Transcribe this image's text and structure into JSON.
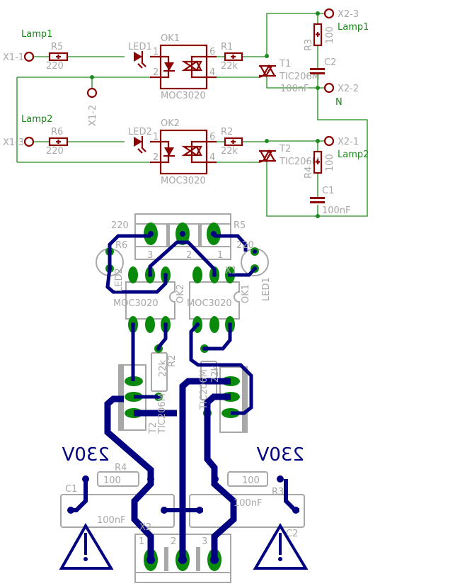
{
  "schematic": {
    "connectors": {
      "x1_1": "X1-1",
      "x1_2": "X1-2",
      "x1_3": "X1-3",
      "x2_1": "X2-1",
      "x2_2": "X2-2",
      "x2_3": "X2-3"
    },
    "nets": {
      "lamp1_a": "Lamp1",
      "lamp2_a": "Lamp2",
      "lamp1_b": "Lamp1",
      "lamp2_b": "Lamp2",
      "n": "N"
    },
    "r5": {
      "name": "R5",
      "value": "220"
    },
    "r6": {
      "name": "R6",
      "value": "220"
    },
    "led1": "LED1",
    "led2": "LED2",
    "ok1": {
      "name": "OK1",
      "value": "MOC3020",
      "pins": [
        "1",
        "2",
        "6",
        "4"
      ]
    },
    "ok2": {
      "name": "OK2",
      "value": "MOC3020",
      "pins": [
        "1",
        "2",
        "6",
        "4"
      ]
    },
    "r1": {
      "name": "R1",
      "value": "22k"
    },
    "r2": {
      "name": "R2",
      "value": "22k"
    },
    "t1": {
      "name": "T1",
      "value": "TIC206M"
    },
    "t2": {
      "name": "T2",
      "value": "TIC206M"
    },
    "r3": {
      "name": "R3",
      "value": "100"
    },
    "r4": {
      "name": "R4",
      "value": "100"
    },
    "c1": {
      "name": "C1",
      "value": "100nF"
    },
    "c2": {
      "name": "C2",
      "value": "100nF"
    }
  },
  "board": {
    "x1": {
      "pins": [
        "3",
        "2",
        "1"
      ],
      "name": "X1"
    },
    "r6": {
      "name": "R6",
      "value": "220"
    },
    "r5": {
      "name": "R5",
      "value": "220"
    },
    "led1": "LED1",
    "led2": "LED2",
    "ok1": {
      "name": "OK1",
      "value": "MOC3020"
    },
    "ok2": {
      "name": "OK2",
      "value": "MOC3020"
    },
    "r2": {
      "name": "R2",
      "value": "22k"
    },
    "r1": {
      "name": "R1",
      "value": "22k"
    },
    "t2": {
      "name": "T2",
      "value": "TIC206M"
    },
    "t1": {
      "name": "T1",
      "value": "TIC206M"
    },
    "r4": {
      "name": "R4",
      "value": "100"
    },
    "r3": {
      "name": "R3",
      "value": "100"
    },
    "c1": {
      "name": "C1",
      "value": "100nF"
    },
    "c2": {
      "name": "C2",
      "value": "100nF"
    },
    "x2": {
      "name": "X2",
      "pins": [
        "1",
        "2",
        "3"
      ]
    },
    "voltage_left": "230V",
    "voltage_right": "230V"
  }
}
